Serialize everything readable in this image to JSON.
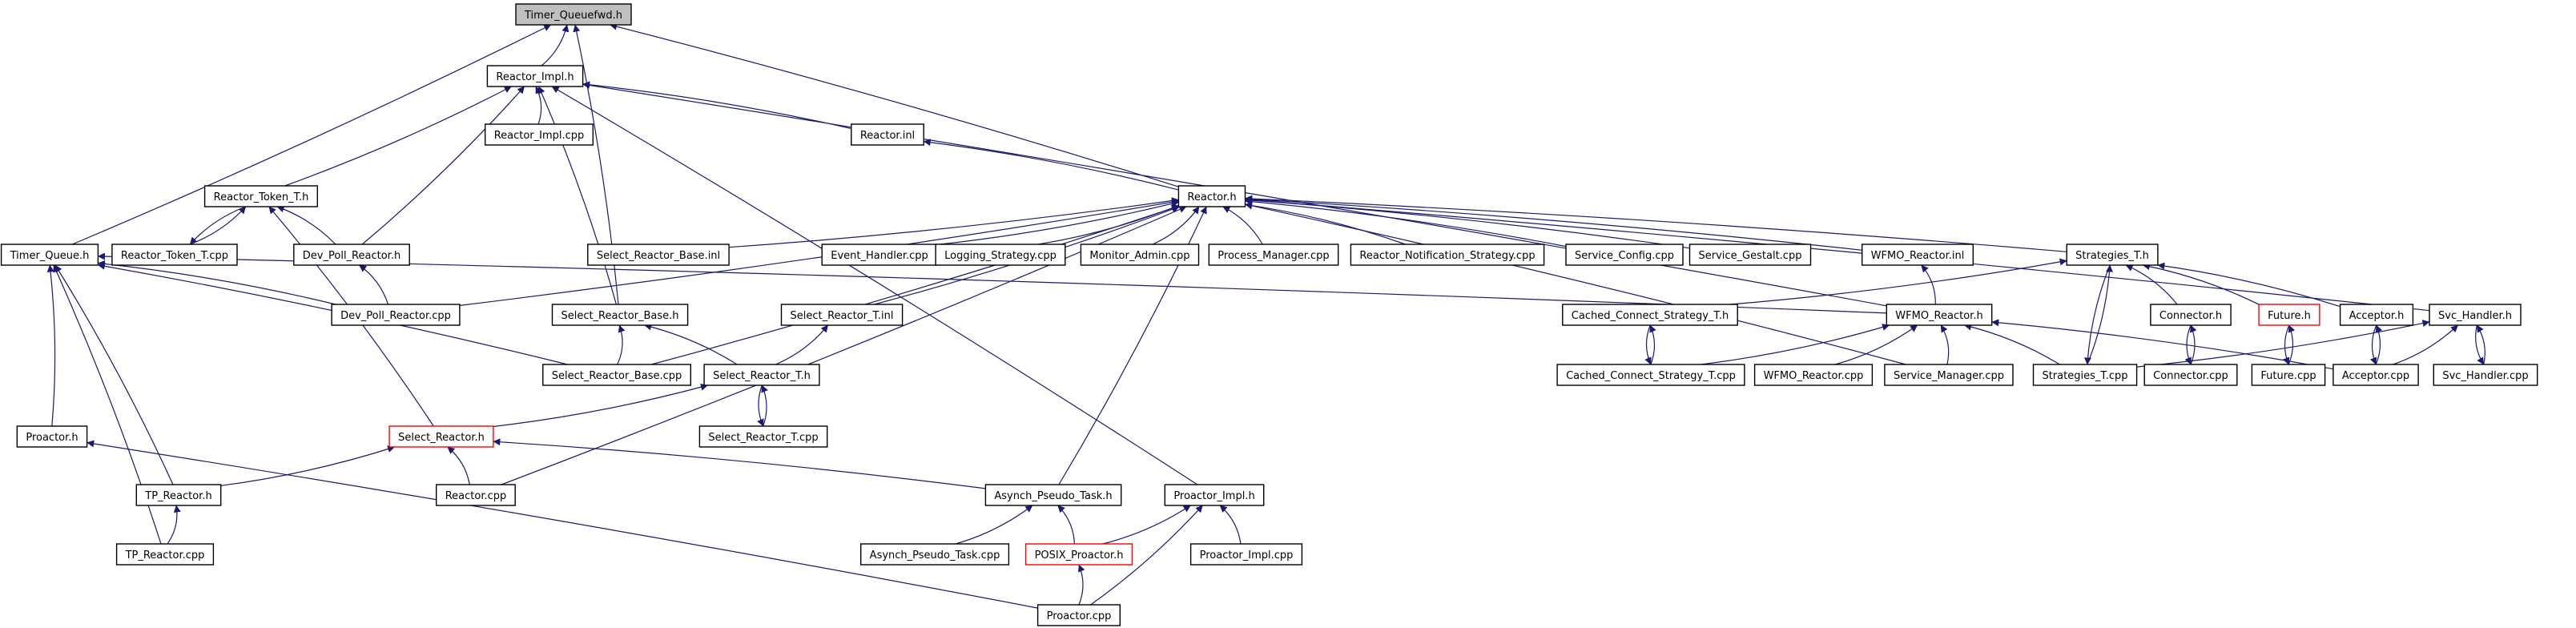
{
  "nodes": [
    {
      "id": "timer_queuefwd_h",
      "label": "Timer_Queuefwd.h",
      "style": "root"
    },
    {
      "id": "reactor_impl_h",
      "label": "Reactor_Impl.h"
    },
    {
      "id": "reactor_impl_cpp",
      "label": "Reactor_Impl.cpp"
    },
    {
      "id": "reactor_inl",
      "label": "Reactor.inl"
    },
    {
      "id": "reactor_h",
      "label": "Reactor.h"
    },
    {
      "id": "reactor_token_t_h",
      "label": "Reactor_Token_T.h"
    },
    {
      "id": "reactor_token_t_cpp",
      "label": "Reactor_Token_T.cpp"
    },
    {
      "id": "dev_poll_reactor_h",
      "label": "Dev_Poll_Reactor.h"
    },
    {
      "id": "dev_poll_reactor_cpp",
      "label": "Dev_Poll_Reactor.cpp"
    },
    {
      "id": "timer_queue_h",
      "label": "Timer_Queue.h"
    },
    {
      "id": "select_reactor_base_inl",
      "label": "Select_Reactor_Base.inl"
    },
    {
      "id": "event_handler_cpp",
      "label": "Event_Handler.cpp"
    },
    {
      "id": "logging_strategy_cpp",
      "label": "Logging_Strategy.cpp"
    },
    {
      "id": "monitor_admin_cpp",
      "label": "Monitor_Admin.cpp"
    },
    {
      "id": "process_manager_cpp",
      "label": "Process_Manager.cpp"
    },
    {
      "id": "reactor_notification_strategy_cpp",
      "label": "Reactor_Notification_Strategy.cpp"
    },
    {
      "id": "service_config_cpp",
      "label": "Service_Config.cpp"
    },
    {
      "id": "service_gestalt_cpp",
      "label": "Service_Gestalt.cpp"
    },
    {
      "id": "wfmo_reactor_inl",
      "label": "WFMO_Reactor.inl"
    },
    {
      "id": "strategies_t_h",
      "label": "Strategies_T.h"
    },
    {
      "id": "select_reactor_base_h",
      "label": "Select_Reactor_Base.h"
    },
    {
      "id": "select_reactor_t_inl",
      "label": "Select_Reactor_T.inl"
    },
    {
      "id": "cached_connect_strategy_t_h",
      "label": "Cached_Connect_Strategy_T.h"
    },
    {
      "id": "wfmo_reactor_h",
      "label": "WFMO_Reactor.h"
    },
    {
      "id": "connector_h",
      "label": "Connector.h"
    },
    {
      "id": "future_h",
      "label": "Future.h",
      "style": "red"
    },
    {
      "id": "acceptor_h",
      "label": "Acceptor.h"
    },
    {
      "id": "svc_handler_h",
      "label": "Svc_Handler.h"
    },
    {
      "id": "select_reactor_base_cpp",
      "label": "Select_Reactor_Base.cpp"
    },
    {
      "id": "select_reactor_t_h",
      "label": "Select_Reactor_T.h"
    },
    {
      "id": "cached_connect_strategy_t_cpp",
      "label": "Cached_Connect_Strategy_T.cpp"
    },
    {
      "id": "wfmo_reactor_cpp",
      "label": "WFMO_Reactor.cpp"
    },
    {
      "id": "service_manager_cpp",
      "label": "Service_Manager.cpp"
    },
    {
      "id": "strategies_t_cpp",
      "label": "Strategies_T.cpp"
    },
    {
      "id": "connector_cpp",
      "label": "Connector.cpp"
    },
    {
      "id": "future_cpp",
      "label": "Future.cpp"
    },
    {
      "id": "acceptor_cpp",
      "label": "Acceptor.cpp"
    },
    {
      "id": "svc_handler_cpp",
      "label": "Svc_Handler.cpp"
    },
    {
      "id": "proactor_h",
      "label": "Proactor.h"
    },
    {
      "id": "select_reactor_h",
      "label": "Select_Reactor.h",
      "style": "red"
    },
    {
      "id": "select_reactor_t_cpp",
      "label": "Select_Reactor_T.cpp"
    },
    {
      "id": "tp_reactor_h",
      "label": "TP_Reactor.h"
    },
    {
      "id": "reactor_cpp",
      "label": "Reactor.cpp"
    },
    {
      "id": "asynch_pseudo_task_h",
      "label": "Asynch_Pseudo_Task.h"
    },
    {
      "id": "proactor_impl_h",
      "label": "Proactor_Impl.h"
    },
    {
      "id": "tp_reactor_cpp",
      "label": "TP_Reactor.cpp"
    },
    {
      "id": "asynch_pseudo_task_cpp",
      "label": "Asynch_Pseudo_Task.cpp"
    },
    {
      "id": "posix_proactor_h",
      "label": "POSIX_Proactor.h",
      "style": "red"
    },
    {
      "id": "proactor_impl_cpp",
      "label": "Proactor_Impl.cpp"
    },
    {
      "id": "proactor_cpp",
      "label": "Proactor.cpp"
    }
  ],
  "edges": [
    [
      "reactor_impl_h",
      "timer_queuefwd_h"
    ],
    [
      "reactor_h",
      "timer_queuefwd_h"
    ],
    [
      "timer_queue_h",
      "timer_queuefwd_h"
    ],
    [
      "select_reactor_base_h",
      "timer_queuefwd_h"
    ],
    [
      "reactor_impl_cpp",
      "reactor_impl_h"
    ],
    [
      "reactor_inl",
      "reactor_impl_h"
    ],
    [
      "reactor_token_t_h",
      "reactor_impl_h"
    ],
    [
      "dev_poll_reactor_h",
      "reactor_impl_h"
    ],
    [
      "select_reactor_base_h",
      "reactor_impl_h"
    ],
    [
      "wfmo_reactor_h",
      "reactor_impl_h"
    ],
    [
      "reactor_h",
      "reactor_inl"
    ],
    [
      "reactor_token_t_cpp",
      "reactor_token_t_h"
    ],
    [
      "reactor_token_t_h",
      "reactor_token_t_cpp"
    ],
    [
      "dev_poll_reactor_h",
      "reactor_token_t_h"
    ],
    [
      "select_reactor_h",
      "reactor_token_t_h"
    ],
    [
      "dev_poll_reactor_cpp",
      "dev_poll_reactor_h"
    ],
    [
      "dev_poll_reactor_cpp",
      "reactor_h"
    ],
    [
      "select_reactor_base_inl",
      "reactor_h"
    ],
    [
      "event_handler_cpp",
      "reactor_h"
    ],
    [
      "logging_strategy_cpp",
      "reactor_h"
    ],
    [
      "monitor_admin_cpp",
      "reactor_h"
    ],
    [
      "process_manager_cpp",
      "reactor_h"
    ],
    [
      "reactor_notification_strategy_cpp",
      "reactor_h"
    ],
    [
      "service_config_cpp",
      "reactor_h"
    ],
    [
      "service_gestalt_cpp",
      "reactor_h"
    ],
    [
      "wfmo_reactor_inl",
      "reactor_h"
    ],
    [
      "strategies_t_h",
      "reactor_h"
    ],
    [
      "svc_handler_h",
      "reactor_h"
    ],
    [
      "select_reactor_t_inl",
      "reactor_h"
    ],
    [
      "select_reactor_base_cpp",
      "reactor_h"
    ],
    [
      "reactor_cpp",
      "reactor_h"
    ],
    [
      "service_manager_cpp",
      "reactor_h"
    ],
    [
      "asynch_pseudo_task_h",
      "reactor_h"
    ],
    [
      "dev_poll_reactor_cpp",
      "timer_queue_h"
    ],
    [
      "select_reactor_base_cpp",
      "timer_queue_h"
    ],
    [
      "wfmo_reactor_h",
      "timer_queue_h"
    ],
    [
      "proactor_h",
      "timer_queue_h"
    ],
    [
      "tp_reactor_h",
      "timer_queue_h"
    ],
    [
      "tp_reactor_cpp",
      "timer_queue_h"
    ],
    [
      "select_reactor_base_cpp",
      "select_reactor_base_h"
    ],
    [
      "select_reactor_t_h",
      "select_reactor_base_h"
    ],
    [
      "select_reactor_t_h",
      "select_reactor_t_inl"
    ],
    [
      "select_reactor_h",
      "select_reactor_t_h"
    ],
    [
      "select_reactor_t_cpp",
      "select_reactor_t_h"
    ],
    [
      "select_reactor_t_h",
      "select_reactor_t_cpp"
    ],
    [
      "tp_reactor_h",
      "select_reactor_h"
    ],
    [
      "reactor_cpp",
      "select_reactor_h"
    ],
    [
      "asynch_pseudo_task_h",
      "select_reactor_h"
    ],
    [
      "tp_reactor_cpp",
      "tp_reactor_h"
    ],
    [
      "cached_connect_strategy_t_h",
      "strategies_t_h"
    ],
    [
      "strategies_t_cpp",
      "strategies_t_h"
    ],
    [
      "strategies_t_h",
      "strategies_t_cpp"
    ],
    [
      "connector_h",
      "strategies_t_h"
    ],
    [
      "future_h",
      "strategies_t_h"
    ],
    [
      "acceptor_h",
      "strategies_t_h"
    ],
    [
      "cached_connect_strategy_t_cpp",
      "cached_connect_strategy_t_h"
    ],
    [
      "cached_connect_strategy_t_h",
      "cached_connect_strategy_t_cpp"
    ],
    [
      "wfmo_reactor_h",
      "wfmo_reactor_inl"
    ],
    [
      "cached_connect_strategy_t_cpp",
      "wfmo_reactor_h"
    ],
    [
      "wfmo_reactor_cpp",
      "wfmo_reactor_h"
    ],
    [
      "service_manager_cpp",
      "wfmo_reactor_h"
    ],
    [
      "strategies_t_cpp",
      "wfmo_reactor_h"
    ],
    [
      "acceptor_cpp",
      "wfmo_reactor_h"
    ],
    [
      "connector_cpp",
      "connector_h"
    ],
    [
      "connector_h",
      "connector_cpp"
    ],
    [
      "future_cpp",
      "future_h"
    ],
    [
      "future_h",
      "future_cpp"
    ],
    [
      "acceptor_cpp",
      "acceptor_h"
    ],
    [
      "acceptor_h",
      "acceptor_cpp"
    ],
    [
      "strategies_t_cpp",
      "svc_handler_h"
    ],
    [
      "acceptor_cpp",
      "svc_handler_h"
    ],
    [
      "svc_handler_cpp",
      "svc_handler_h"
    ],
    [
      "svc_handler_h",
      "svc_handler_cpp"
    ],
    [
      "asynch_pseudo_task_cpp",
      "asynch_pseudo_task_h"
    ],
    [
      "posix_proactor_h",
      "asynch_pseudo_task_h"
    ],
    [
      "posix_proactor_h",
      "proactor_impl_h"
    ],
    [
      "proactor_impl_cpp",
      "proactor_impl_h"
    ],
    [
      "proactor_cpp",
      "proactor_impl_h"
    ],
    [
      "proactor_impl_h",
      "reactor_impl_h"
    ],
    [
      "proactor_cpp",
      "posix_proactor_h"
    ],
    [
      "proactor_cpp",
      "proactor_h"
    ]
  ],
  "colors": {
    "edge": "#191970",
    "root_fill": "#bfbfbf",
    "highlight_border": "#ff0000"
  }
}
